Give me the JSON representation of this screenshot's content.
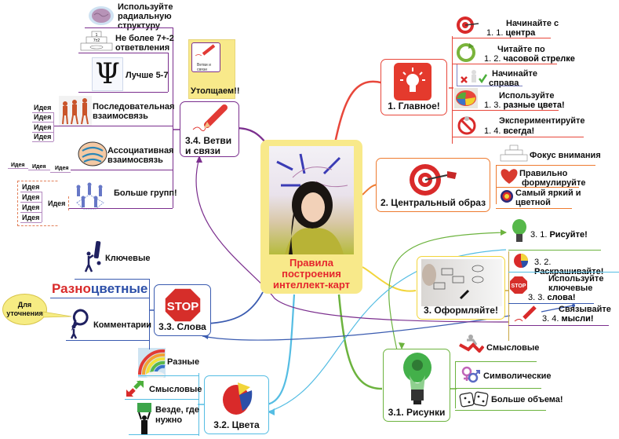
{
  "center": {
    "title": "Правила построения интеллект-карт",
    "line1": "Правила",
    "line2": "построения",
    "line3": "интеллект-карт"
  },
  "branch1": {
    "title": "1. Главное!",
    "items": [
      {
        "num": "1. 1.",
        "text1": "Начинайте с",
        "text2": "центра"
      },
      {
        "num": "1. 2.",
        "text1": "Читайте по",
        "text2": "часовой стрелке"
      },
      {
        "num": "",
        "text1": "Начинайте",
        "text2": "справа"
      },
      {
        "num": "1. 3.",
        "text1": "Используйте",
        "text2": "разные цвета!"
      },
      {
        "num": "1. 4.",
        "text1": "Экспериментируйте",
        "text2": "всегда!"
      }
    ]
  },
  "branch2": {
    "title": "2. Центральный образ",
    "items": [
      {
        "text1": "Фокус внимания",
        "text2": ""
      },
      {
        "text1": "Правильно",
        "text2": "формулируйте"
      },
      {
        "text1": "Самый яркий и",
        "text2": "цветной"
      }
    ]
  },
  "branch3": {
    "title": "3. Оформляйте!",
    "items": [
      {
        "num": "3. 1.",
        "text1": "Рисуйте!",
        "text2": ""
      },
      {
        "num": "3. 2.",
        "text1": "Раскрашивайте!",
        "text2": ""
      },
      {
        "num": "3. 3.",
        "text1": "Используйте",
        "text1b": "ключевые",
        "text2": "слова!"
      },
      {
        "num": "3. 4.",
        "text1": "Связывайте",
        "text2": "мысли!"
      }
    ]
  },
  "branch31": {
    "title": "3.1. Рисунки",
    "items": [
      "Смысловые",
      "Символические",
      "Больше объема!"
    ]
  },
  "branch32": {
    "title": "3.2. Цвета",
    "items": [
      "Разные",
      "Смысловые",
      "Везде, где нужно"
    ],
    "item3_line1": "Везде, где",
    "item3_line2": "нужно"
  },
  "branch33": {
    "title": "3.3. Слова",
    "items": [
      "Ключевые",
      "Разноцветные",
      "Комментарии"
    ],
    "colorful_part1": "Разно",
    "colorful_part2": "цветные",
    "callout1": "Для",
    "callout2": "уточнения"
  },
  "branch34": {
    "title1": "3.4. Ветви",
    "title2": "и связи",
    "thicken_label": "Утолщаем!!",
    "thumb_label1": "Ветви и",
    "thumb_label2": "связи",
    "items": [
      {
        "text1": "Используйте",
        "text2": "радиальную",
        "text3": "структуру"
      },
      {
        "text1": "Не более 7+-2",
        "text2": "ответвления"
      },
      {
        "text1": "Лучше 5-7"
      },
      {
        "text1": "Последовательная",
        "text2": "взаимосвязь"
      },
      {
        "text1": "Ассоциативная",
        "text2": "взаимосвязь"
      },
      {
        "text1": "Больше групп!"
      }
    ],
    "idea": "Идея",
    "pyramid_top": "1",
    "pyramid_mid": "7±2"
  },
  "colors": {
    "branch1": "#e8473b",
    "branch2": "#ee7b30",
    "branch3": "#f2d53a",
    "branch31": "#6cb33e",
    "branch32": "#55bde3",
    "branch33": "#3a5bb0",
    "branch34": "#7b2f8e",
    "center_bg": "#f8e98a",
    "center_text": "#e5262d"
  }
}
